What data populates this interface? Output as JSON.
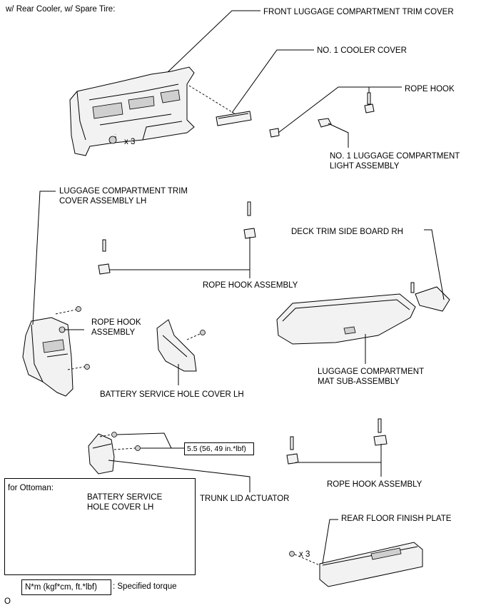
{
  "header": {
    "condition": "w/ Rear Cooler, w/ Spare Tire:"
  },
  "labels": {
    "front_trim_cover": "FRONT LUGGAGE COMPARTMENT TRIM COVER",
    "no1_cooler_cover": "NO. 1 COOLER COVER",
    "rope_hook": "ROPE HOOK",
    "light_assembly": [
      "NO. 1 LUGGAGE COMPARTMENT",
      "LIGHT ASSEMBLY"
    ],
    "trim_cover_lh": [
      "LUGGAGE COMPARTMENT TRIM",
      "COVER ASSEMBLY LH"
    ],
    "deck_trim_side_board": "DECK TRIM SIDE BOARD RH",
    "rope_hook_assembly_1": "ROPE HOOK ASSEMBLY",
    "rope_hook_assembly_small": [
      "ROPE HOOK",
      "ASSEMBLY"
    ],
    "luggage_mat": [
      "LUGGAGE COMPARTMENT",
      "MAT SUB-ASSEMBLY"
    ],
    "battery_cover_lh": "BATTERY SERVICE HOLE COVER LH",
    "torque_value": "5.5 (56, 49 in.*lbf)",
    "trunk_lid_actuator": "TRUNK LID ACTUATOR",
    "rope_hook_assembly_2": "ROPE HOOK ASSEMBLY",
    "ottoman_title": "for Ottoman:",
    "ottoman_battery_cover": [
      "BATTERY SERVICE",
      "HOLE COVER LH"
    ],
    "rear_floor_plate": "REAR FLOOR FINISH PLATE",
    "qty_x3_a": "x 3",
    "qty_x3_b": "x 3"
  },
  "legend": {
    "unit_box": "N*m (kgf*cm, ft.*lbf)",
    "meaning": ": Specified torque"
  },
  "footer": {
    "code": "O"
  }
}
